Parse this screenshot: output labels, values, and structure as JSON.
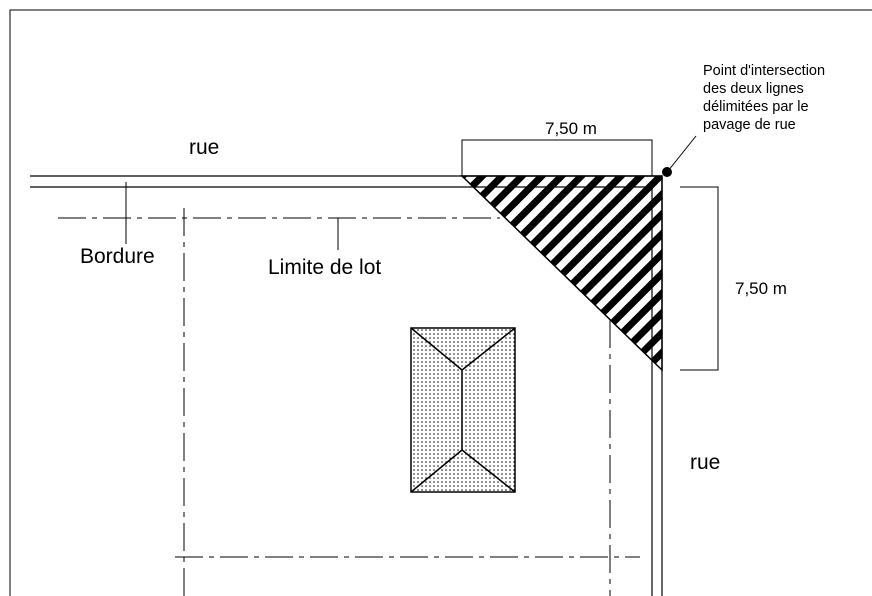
{
  "labels": {
    "street_top": "rue",
    "street_right": "rue",
    "curb": "Bordure",
    "lot_limit": "Limite de lot",
    "dimension_horizontal": "7,50 m",
    "dimension_vertical": "7,50 m",
    "intersection_note_1": "Point d'intersection",
    "intersection_note_2": "des deux lignes",
    "intersection_note_3": "délimitées par le",
    "intersection_note_4": "pavage de rue"
  },
  "colors": {
    "ink": "#000000",
    "background": "#ffffff"
  }
}
